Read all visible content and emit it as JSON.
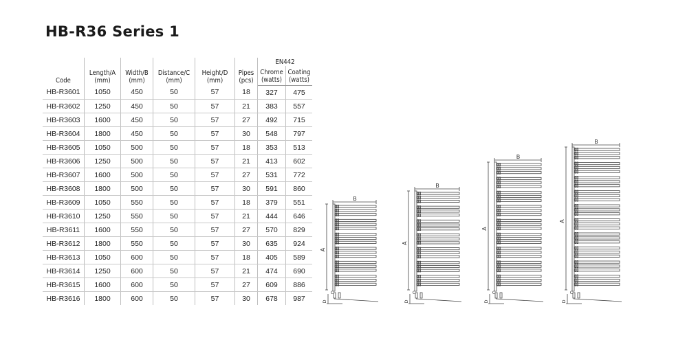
{
  "title": "HB-R36 Series 1",
  "table": {
    "headers": {
      "code": "Code",
      "length": [
        "Length/A",
        "(mm)"
      ],
      "width": [
        "Width/B",
        "(mm)"
      ],
      "distance": [
        "Distance/C",
        "(mm)"
      ],
      "height": [
        "Height/D",
        "(mm)"
      ],
      "pipes": [
        "Pipes",
        "(pcs)"
      ],
      "en442": "EN442",
      "chrome": [
        "Chrome",
        "(watts)"
      ],
      "coating": [
        "Coating",
        "(watts)"
      ]
    },
    "rows": [
      [
        "HB-R3601",
        "1050",
        "450",
        "50",
        "57",
        "18",
        "327",
        "475"
      ],
      [
        "HB-R3602",
        "1250",
        "450",
        "50",
        "57",
        "21",
        "383",
        "557"
      ],
      [
        "HB-R3603",
        "1600",
        "450",
        "50",
        "57",
        "27",
        "492",
        "715"
      ],
      [
        "HB-R3604",
        "1800",
        "450",
        "50",
        "57",
        "30",
        "548",
        "797"
      ],
      [
        "HB-R3605",
        "1050",
        "500",
        "50",
        "57",
        "18",
        "353",
        "513"
      ],
      [
        "HB-R3606",
        "1250",
        "500",
        "50",
        "57",
        "21",
        "413",
        "602"
      ],
      [
        "HB-R3607",
        "1600",
        "500",
        "50",
        "57",
        "27",
        "531",
        "772"
      ],
      [
        "HB-R3608",
        "1800",
        "500",
        "50",
        "57",
        "30",
        "591",
        "860"
      ],
      [
        "HB-R3609",
        "1050",
        "550",
        "50",
        "57",
        "18",
        "379",
        "551"
      ],
      [
        "HB-R3610",
        "1250",
        "550",
        "50",
        "57",
        "21",
        "444",
        "646"
      ],
      [
        "HB-R3611",
        "1600",
        "550",
        "50",
        "57",
        "27",
        "570",
        "829"
      ],
      [
        "HB-R3612",
        "1800",
        "550",
        "50",
        "57",
        "30",
        "635",
        "924"
      ],
      [
        "HB-R3613",
        "1050",
        "600",
        "50",
        "57",
        "18",
        "405",
        "589"
      ],
      [
        "HB-R3614",
        "1250",
        "600",
        "50",
        "57",
        "21",
        "474",
        "690"
      ],
      [
        "HB-R3615",
        "1600",
        "600",
        "50",
        "57",
        "27",
        "609",
        "886"
      ],
      [
        "HB-R3616",
        "1800",
        "600",
        "50",
        "57",
        "30",
        "678",
        "987"
      ]
    ]
  },
  "diagrams": [
    {
      "label_a": "A",
      "label_b": "B",
      "label_c": "C",
      "label_d": "D",
      "pipes": 18
    },
    {
      "label_a": "A",
      "label_b": "B",
      "label_c": "C",
      "label_d": "D",
      "pipes": 21
    },
    {
      "label_a": "A",
      "label_b": "B",
      "label_c": "C",
      "label_d": "D",
      "pipes": 27
    },
    {
      "label_a": "A",
      "label_b": "B",
      "label_c": "C",
      "label_d": "D",
      "pipes": 30
    }
  ],
  "colors": {
    "text": "#222222",
    "line": "#444444",
    "grid": "#c8c8c8"
  }
}
